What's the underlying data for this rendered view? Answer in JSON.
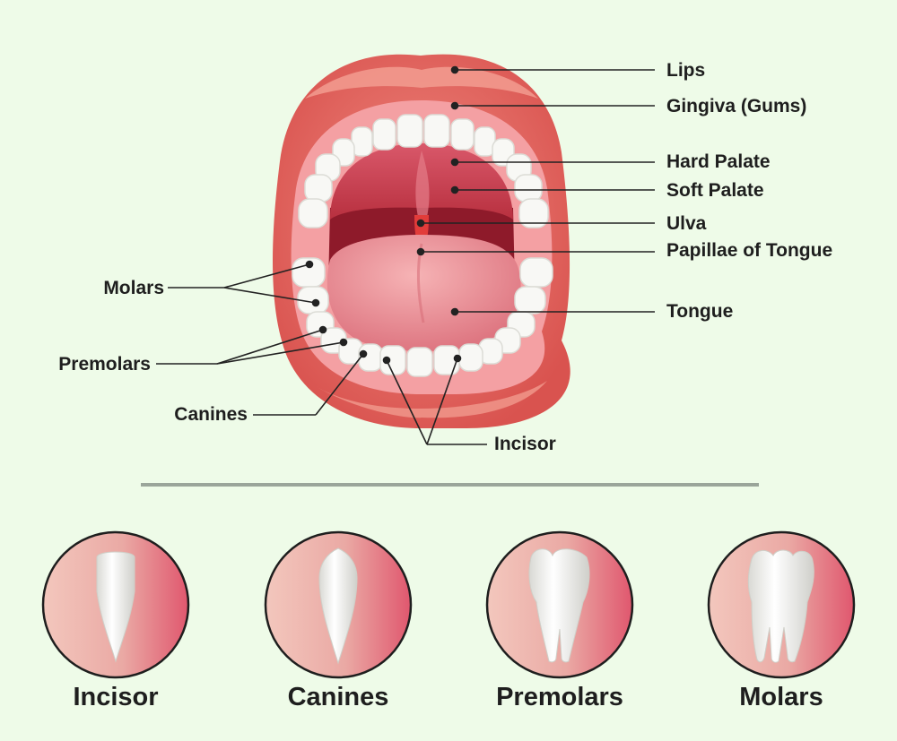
{
  "labels": {
    "lips": "Lips",
    "gingiva": "Gingiva (Gums)",
    "hard_palate": "Hard Palate",
    "soft_palate": "Soft Palate",
    "ulva": "Ulva",
    "papillae": "Papillae of Tongue",
    "tongue": "Tongue",
    "molars": "Molars",
    "premolars": "Premolars",
    "canines": "Canines",
    "incisor": "Incisor"
  },
  "teeth_types": [
    {
      "name": "Incisor"
    },
    {
      "name": "Canines"
    },
    {
      "name": "Premolars"
    },
    {
      "name": "Molars"
    }
  ],
  "colors": {
    "background": "#eefbe8",
    "lip": "#e0675f",
    "gum": "#f4a0a3",
    "palate": "#c6414f",
    "throat": "#9c1c2c",
    "tongue": "#e98a91",
    "tooth": "#f7f7f4",
    "divider": "#9aa59a"
  }
}
